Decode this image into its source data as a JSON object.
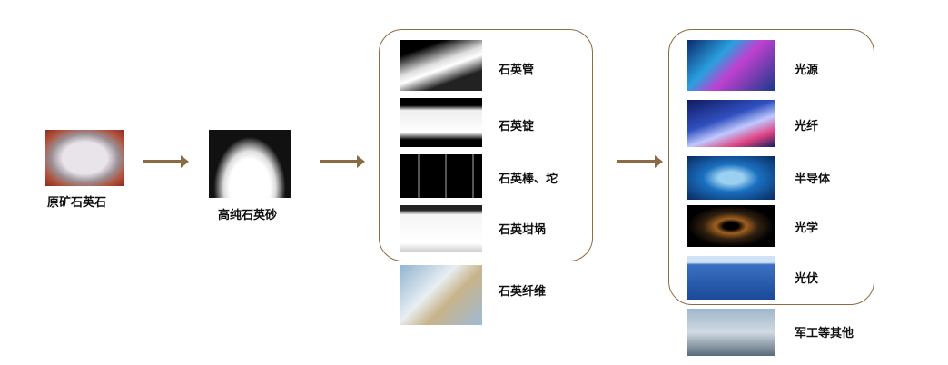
{
  "raw": {
    "label": "原矿石英石"
  },
  "sand": {
    "label": "高纯石英砂"
  },
  "products": [
    {
      "label": "石英管"
    },
    {
      "label": "石英锭"
    },
    {
      "label": "石英棒、坨"
    },
    {
      "label": "石英坩埚"
    }
  ],
  "fiber": {
    "label": "石英纤维"
  },
  "applications": [
    {
      "label": "光源"
    },
    {
      "label": "光纤"
    },
    {
      "label": "半导体"
    },
    {
      "label": "光学"
    },
    {
      "label": "光伏"
    }
  ],
  "other": {
    "label": "军工等其他"
  },
  "colors": {
    "arrow": "#8a6b43"
  }
}
